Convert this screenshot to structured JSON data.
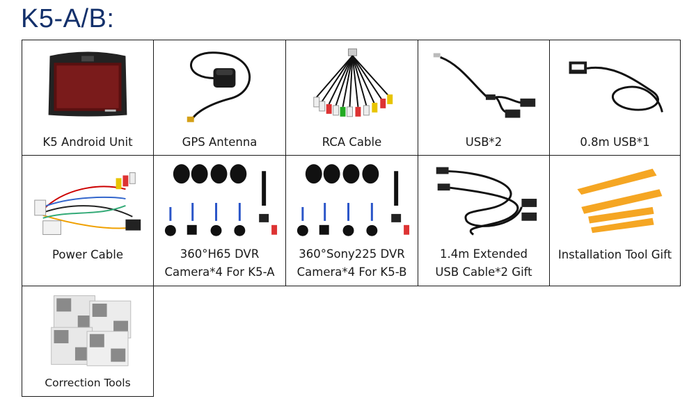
{
  "header": {
    "title": "K5-A/B:"
  },
  "items": [
    {
      "label": "K5 Android Unit",
      "icon": "head-unit-icon"
    },
    {
      "label": "GPS Antenna",
      "icon": "gps-antenna-icon"
    },
    {
      "label": "RCA Cable",
      "icon": "rca-cable-icon"
    },
    {
      "label": "USB*2",
      "icon": "usb-cable-icon"
    },
    {
      "label": "0.8m USB*1",
      "icon": "usb-extension-icon"
    },
    {
      "label": "Power Cable",
      "icon": "power-harness-icon"
    },
    {
      "label_lines": [
        "360°H65 DVR",
        "Camera*4 For K5-A"
      ],
      "icon": "camera-set-icon"
    },
    {
      "label_lines": [
        "360°Sony225 DVR",
        "Camera*4 For K5-B"
      ],
      "icon": "camera-set-icon"
    },
    {
      "label_lines": [
        "1.4m Extended",
        "USB Cable*2 Gift"
      ],
      "icon": "usb-extended-cable-icon"
    },
    {
      "label": "Installation Tool Gift",
      "icon": "pry-tools-icon"
    },
    {
      "label": "Correction Tools",
      "icon": "calibration-mats-icon"
    }
  ],
  "colors": {
    "title": "#13306b",
    "border": "#1a1a1a",
    "tool_orange": "#f5a623"
  }
}
